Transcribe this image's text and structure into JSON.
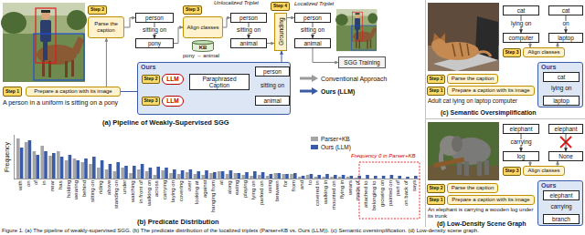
{
  "diagram": {
    "caption": "Figure 1. (a) The pipeline of weakly-supervised SGG. (b) The predicate distribution of the localized triplets (Parser+KB vs. Ours (LLM)). (c) Semantic oversimplification. (d) Low-density scene graph.",
    "nodes": [
      {
        "text": [
          "Step 1"
        ]
      },
      {
        "text": [
          "Prepare a caption with its image"
        ]
      },
      {
        "text": [
          "Step 2"
        ]
      },
      {
        "text": [
          "Parse the caption"
        ]
      },
      {
        "text": [
          "person"
        ]
      },
      {
        "text": [
          "pony"
        ]
      },
      {
        "text": [
          "Step 3"
        ]
      },
      {
        "text": [
          "Align classes"
        ]
      },
      {
        "text": [
          "KB"
        ]
      },
      {
        "text": [
          "person"
        ]
      },
      {
        "text": [
          "animal"
        ]
      },
      {
        "text": [
          "Step 4"
        ]
      },
      {
        "text": [
          "Grounding"
        ]
      },
      {
        "text": [
          "person"
        ]
      },
      {
        "text": [
          "animal"
        ]
      },
      {
        "text": [
          "SGG Training"
        ]
      },
      {
        "text": [
          "Ours"
        ]
      },
      {
        "text": [
          "Step 2"
        ],
        "in": 16
      },
      {
        "text": [
          "LLM"
        ],
        "in": 16
      },
      {
        "text": [
          "Paraphrased Caption"
        ],
        "in": 16
      },
      {
        "text": [
          "Step 3"
        ],
        "in": 16
      },
      {
        "text": [
          "LLM"
        ],
        "in": 16
      },
      {
        "text": [
          "person"
        ],
        "in": 16
      },
      {
        "text": [
          "animal"
        ],
        "in": 16
      },
      {
        "text": [
          "cat"
        ]
      },
      {
        "text": [
          "computer"
        ]
      },
      {
        "text": [
          "cat"
        ]
      },
      {
        "text": [
          "laptop"
        ]
      },
      {
        "text": [
          "Step 3"
        ]
      },
      {
        "text": [
          "Align classes"
        ]
      },
      {
        "text": [
          "Ours"
        ]
      },
      {
        "text": [
          "cat"
        ],
        "in": 30
      },
      {
        "text": [
          "laptop"
        ],
        "in": 30
      },
      {
        "text": [
          "Step 2"
        ]
      },
      {
        "text": [
          "Parse the caption"
        ]
      },
      {
        "text": [
          "Step 1"
        ]
      },
      {
        "text": [
          "Prepare a caption with its image"
        ]
      },
      {
        "text": [
          "elephant"
        ]
      },
      {
        "text": [
          "log"
        ]
      },
      {
        "text": [
          "elephant"
        ]
      },
      {
        "text": [
          "None"
        ]
      },
      {
        "text": [
          "Step 3"
        ]
      },
      {
        "text": [
          "Align classes"
        ]
      },
      {
        "text": [
          "Ours"
        ]
      },
      {
        "text": [
          "elephant"
        ],
        "in": 43
      },
      {
        "text": [
          "branch"
        ],
        "in": 43
      },
      {
        "text": [
          "Step 2"
        ]
      },
      {
        "text": [
          "Parse the caption"
        ]
      },
      {
        "text": [
          "Step 1"
        ]
      },
      {
        "text": [
          "Prepare a caption with its image"
        ]
      }
    ],
    "edges": [
      {
        "from": 1,
        "to": 3,
        "arrow": "to"
      },
      {
        "from": 3,
        "to": 4,
        "arrow": "to"
      },
      {
        "from": 4,
        "to": 5,
        "label": "sitting on",
        "arrow": "to"
      },
      {
        "from": 5,
        "to": 7,
        "arrow": "to"
      },
      {
        "from": 7,
        "to": 9,
        "arrow": "to"
      },
      {
        "from": 9,
        "to": 10,
        "label": "sitting on",
        "arrow": "to"
      },
      {
        "from": 10,
        "to": 12,
        "arrow": "to"
      },
      {
        "from": 12,
        "to": 13,
        "arrow": "to"
      },
      {
        "from": 13,
        "to": 14,
        "label": "sitting on",
        "arrow": "to"
      },
      {
        "from": 14,
        "to": 15,
        "arrow": "to"
      },
      {
        "from": 1,
        "to": 18,
        "arrow": "to"
      },
      {
        "from": 18,
        "to": 19,
        "arrow": "to"
      },
      {
        "from": 19,
        "to": 21,
        "arrow": "to"
      },
      {
        "from": 21,
        "to": 23,
        "arrow": "to"
      },
      {
        "from": 22,
        "to": 23,
        "label": "sitting on",
        "arrow": "to"
      },
      {
        "from": 22,
        "to": 12,
        "arrow": "to"
      },
      {
        "from": 24,
        "to": 25,
        "label": "lying on",
        "arrow": "to"
      },
      {
        "from": 25,
        "to": 29,
        "arrow": "to"
      },
      {
        "from": 29,
        "to": 27,
        "arrow": "to"
      },
      {
        "from": 26,
        "to": 27,
        "label": "on",
        "arrow": "to"
      },
      {
        "from": 31,
        "to": 32,
        "label": "lying on",
        "arrow": "to"
      },
      {
        "from": 37,
        "to": 38,
        "label": "carrying",
        "arrow": "to"
      },
      {
        "from": 38,
        "to": 42,
        "arrow": "to"
      },
      {
        "from": 42,
        "to": 40,
        "arrow": "to"
      },
      {
        "from": 39,
        "to": 40,
        "arrow": "to"
      },
      {
        "from": 44,
        "to": 45,
        "label": "carrying",
        "arrow": "to"
      }
    ],
    "labels": [
      "A person in a uniform is sitting on a pony",
      "Unlocalized Triplet",
      "Localized Triplet",
      "pony → animal",
      "(a) Pipeline of Weakly-Supervised SGG",
      "Frequency",
      "with",
      "on",
      "of",
      "in",
      "near",
      "has",
      "holding",
      "wearing",
      "behind",
      "sitting on",
      "riding",
      "above",
      "standing on",
      "under",
      "watching",
      "in front of",
      "walking on",
      "across",
      "carrying",
      "laying on",
      "covering",
      "over",
      "looking at",
      "against",
      "hanging from",
      "at",
      "along",
      "eating",
      "playing",
      "lying on",
      "parked on",
      "using",
      "between",
      "for",
      "from",
      "and",
      "to",
      "covered in",
      "walking in",
      "mounted on",
      "flying in",
      "wears",
      "made of",
      "attached to",
      "belonging to",
      "growing on",
      "painted on",
      "part of",
      "on back of",
      "says",
      "Frequency 0 in Parser+KB",
      "(b) Predicate Distribution",
      "Adult cat lying on laptop computer",
      "(c) Semantic Oversimplification",
      "An elephant is carrying a wooden log under its trunk",
      "(d) Low-Density Scene Graph"
    ],
    "legend": [
      {
        "text": "Conventional Approach"
      },
      {
        "text": "Ours (LLM)"
      },
      {
        "text": "Parser+KB",
        "color": "#a5a5a5"
      },
      {
        "text": "Ours (LLM)",
        "color": "#3a5ba8"
      }
    ]
  }
}
